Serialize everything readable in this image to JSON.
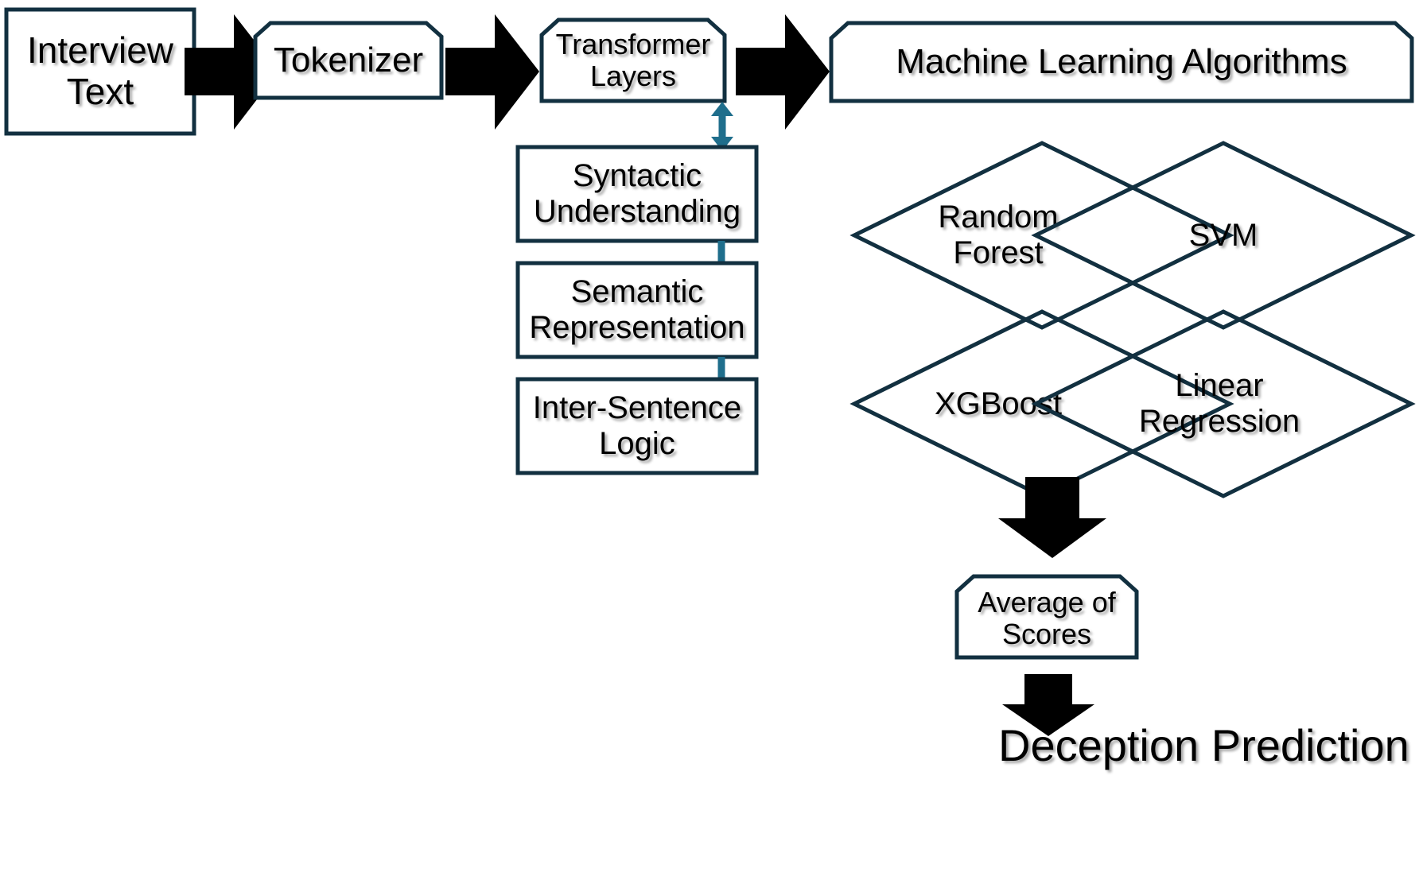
{
  "diagram": {
    "title": "Deception detection pipeline",
    "colors": {
      "outline": "#123040",
      "connector": "#1F6E8C",
      "arrow": "#000000",
      "fill": "#FFFFFF",
      "text": "#000000"
    },
    "pipeline": [
      {
        "id": "interview-text",
        "label": "Interview\nText",
        "shape": "rectangle"
      },
      {
        "id": "tokenizer",
        "label": "Tokenizer",
        "shape": "octagon"
      },
      {
        "id": "transformer-layers",
        "label": "Transformer\nLayers",
        "shape": "flag"
      },
      {
        "id": "ml-algorithms",
        "label": "Machine Learning Algorithms",
        "shape": "flag"
      }
    ],
    "linguistic_stack": [
      {
        "id": "syntactic-understanding",
        "label": "Syntactic\nUnderstanding"
      },
      {
        "id": "semantic-representation",
        "label": "Semantic\nRepresentation"
      },
      {
        "id": "inter-sentence-logic",
        "label": "Inter-Sentence\nLogic"
      }
    ],
    "models": [
      {
        "id": "random-forest",
        "label": "Random\nForest",
        "position": "top-left"
      },
      {
        "id": "svm",
        "label": "SVM",
        "position": "top-right"
      },
      {
        "id": "xgboost",
        "label": "XGBoost",
        "position": "bottom-left"
      },
      {
        "id": "linear-regression",
        "label": "Linear\nRegression",
        "position": "bottom-right"
      }
    ],
    "aggregation": {
      "id": "average-of-scores",
      "label": "Average of\nScores",
      "shape": "octagon"
    },
    "output": {
      "id": "deception-prediction",
      "label": "Deception Prediction"
    },
    "connectors": {
      "arrow_1_label": "interview-text-to-tokenizer",
      "arrow_2_label": "tokenizer-to-transformer",
      "arrow_3_label": "transformer-to-ml-algorithms",
      "arrow_4_label": "models-to-average",
      "arrow_5_label": "average-to-prediction",
      "bidirectional_label": "transformer-to-syntactic"
    }
  }
}
